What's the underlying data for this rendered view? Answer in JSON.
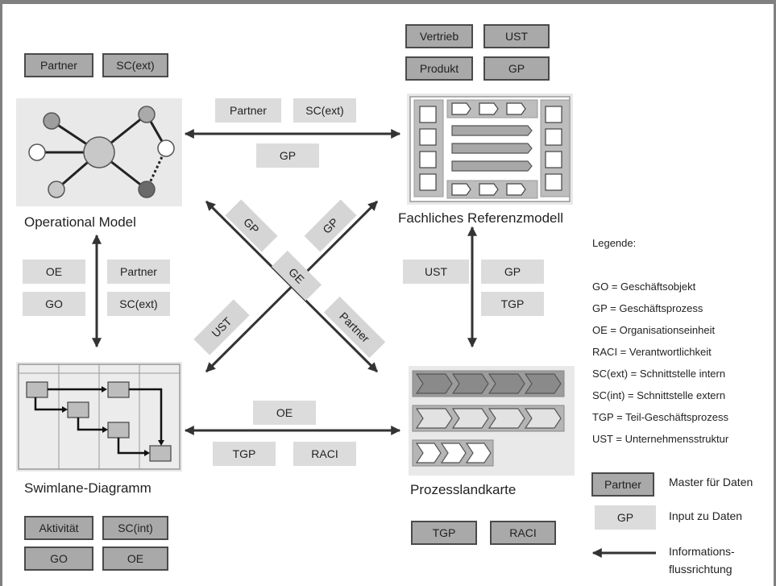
{
  "operational_model": {
    "title": "Operational Model",
    "tags_top": [
      "Partner",
      "SC(ext)"
    ],
    "tags_side_left": [
      "OE",
      "GO"
    ],
    "tags_side_right": [
      "Partner",
      "SC(ext)"
    ]
  },
  "referenzmodell": {
    "title": "Fachliches Referenzmodell",
    "tags_top": [
      "Vertrieb",
      "UST",
      "Produkt",
      "GP"
    ],
    "tags_side_left": "UST",
    "tags_side_right": [
      "GP",
      "TGP"
    ]
  },
  "swimlane": {
    "title": "Swimlane-Diagramm",
    "tags_bottom": [
      "Aktivität",
      "SC(int)",
      "GO",
      "OE"
    ]
  },
  "prozesslandkarte": {
    "title": "Prozesslandkarte",
    "tags_bottom": [
      "TGP",
      "RACI"
    ]
  },
  "top_flow": {
    "tags": [
      "Partner",
      "SC(ext)",
      "GP"
    ]
  },
  "bottom_flow": {
    "tags": [
      "OE",
      "TGP",
      "RACI"
    ]
  },
  "cross": {
    "labels": [
      "GP",
      "GP",
      "GE",
      "UST",
      "Partner"
    ]
  },
  "legend": {
    "title": "Legende:",
    "entries": [
      "GO  = Geschäftsobjekt",
      "GP = Geschäftsprozess",
      "OE = Organisationseinheit",
      "RACI = Verantwortlichkeit",
      "SC(ext) = Schnittstelle intern",
      "SC(int) = Schnittstelle extern",
      "TGP = Teil-Geschäftsprozess",
      "UST = Unternehmensstruktur"
    ],
    "key_master_tag": "Partner",
    "key_master_text": "Master für Daten",
    "key_input_tag": "GP",
    "key_input_text": "Input zu Daten",
    "key_arrow_text_1": "Informations-",
    "key_arrow_text_2": "flussrichtung"
  },
  "colors": {
    "master_fill": "#a9a9a9",
    "input_fill": "#dcdcdc",
    "arrow": "#333333",
    "frame": "#808080"
  }
}
